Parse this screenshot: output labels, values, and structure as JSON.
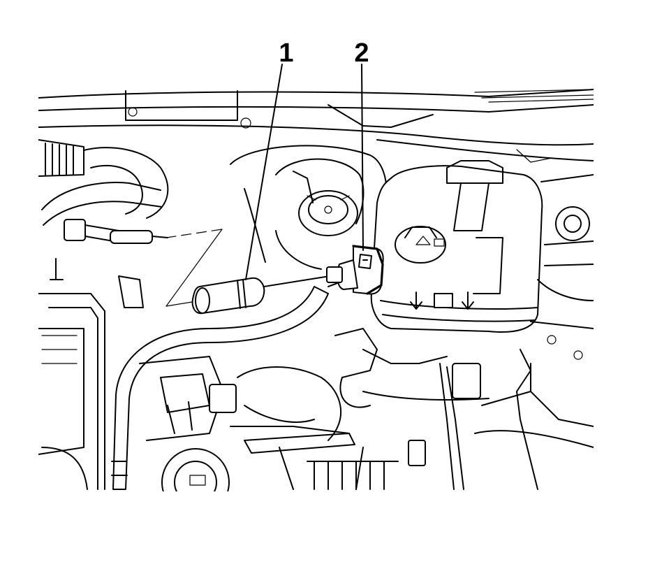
{
  "figure": {
    "callouts": [
      {
        "number": "1",
        "part": "hose"
      },
      {
        "number": "2",
        "part": "connector"
      }
    ]
  }
}
